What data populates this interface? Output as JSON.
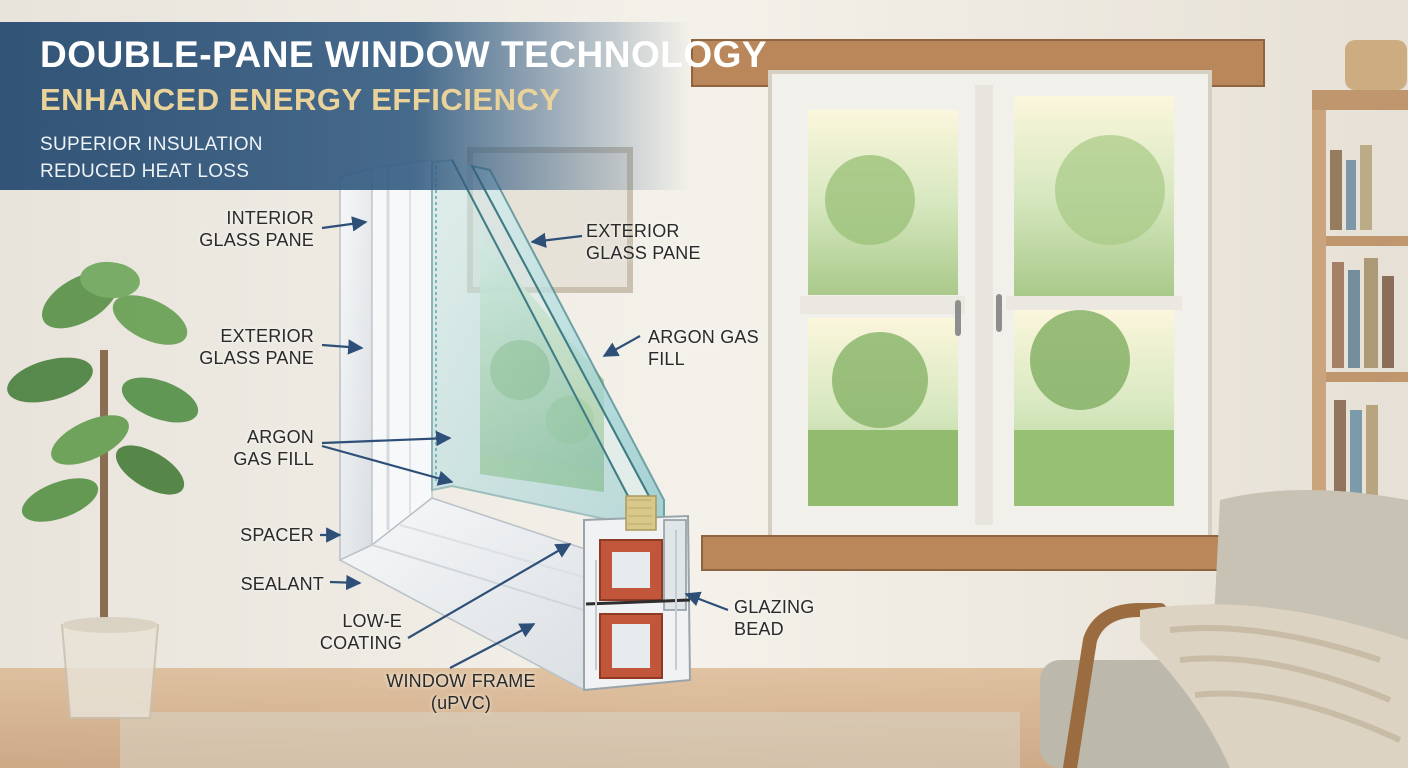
{
  "header": {
    "title": "DOUBLE-PANE WINDOW TECHNOLOGY",
    "subtitle": "ENHANCED ENERGY EFFICIENCY",
    "benefits": [
      "SUPERIOR INSULATION",
      "REDUCED HEAT LOSS"
    ]
  },
  "callouts": {
    "interior_glass_pane": [
      "INTERIOR",
      "GLASS PANE"
    ],
    "exterior_glass_pane_left": [
      "EXTERIOR",
      "GLASS PANE"
    ],
    "argon_gas_fill_left": [
      "ARGON",
      "GAS FILL"
    ],
    "spacer": [
      "SPACER"
    ],
    "sealant": [
      "SEALANT"
    ],
    "low_e_coating": [
      "LOW-E",
      "COATING"
    ],
    "window_frame": [
      "WINDOW FRAME",
      "(uPVC)"
    ],
    "exterior_glass_pane_right": [
      "EXTERIOR",
      "GLASS PANE"
    ],
    "argon_gas_fill_right": [
      "ARGON GAS",
      "FILL"
    ],
    "glazing_bead": [
      "GLAZING",
      "BEAD"
    ]
  },
  "colors": {
    "banner": "#2a4e72",
    "title": "#ffffff",
    "subtitle": "#e9d39a",
    "glass": "#9fd3d6",
    "frame": "#eef1f3",
    "reinforcement": "#c2563a",
    "spacer": "#d8c98a",
    "wood": "#b9875a"
  }
}
